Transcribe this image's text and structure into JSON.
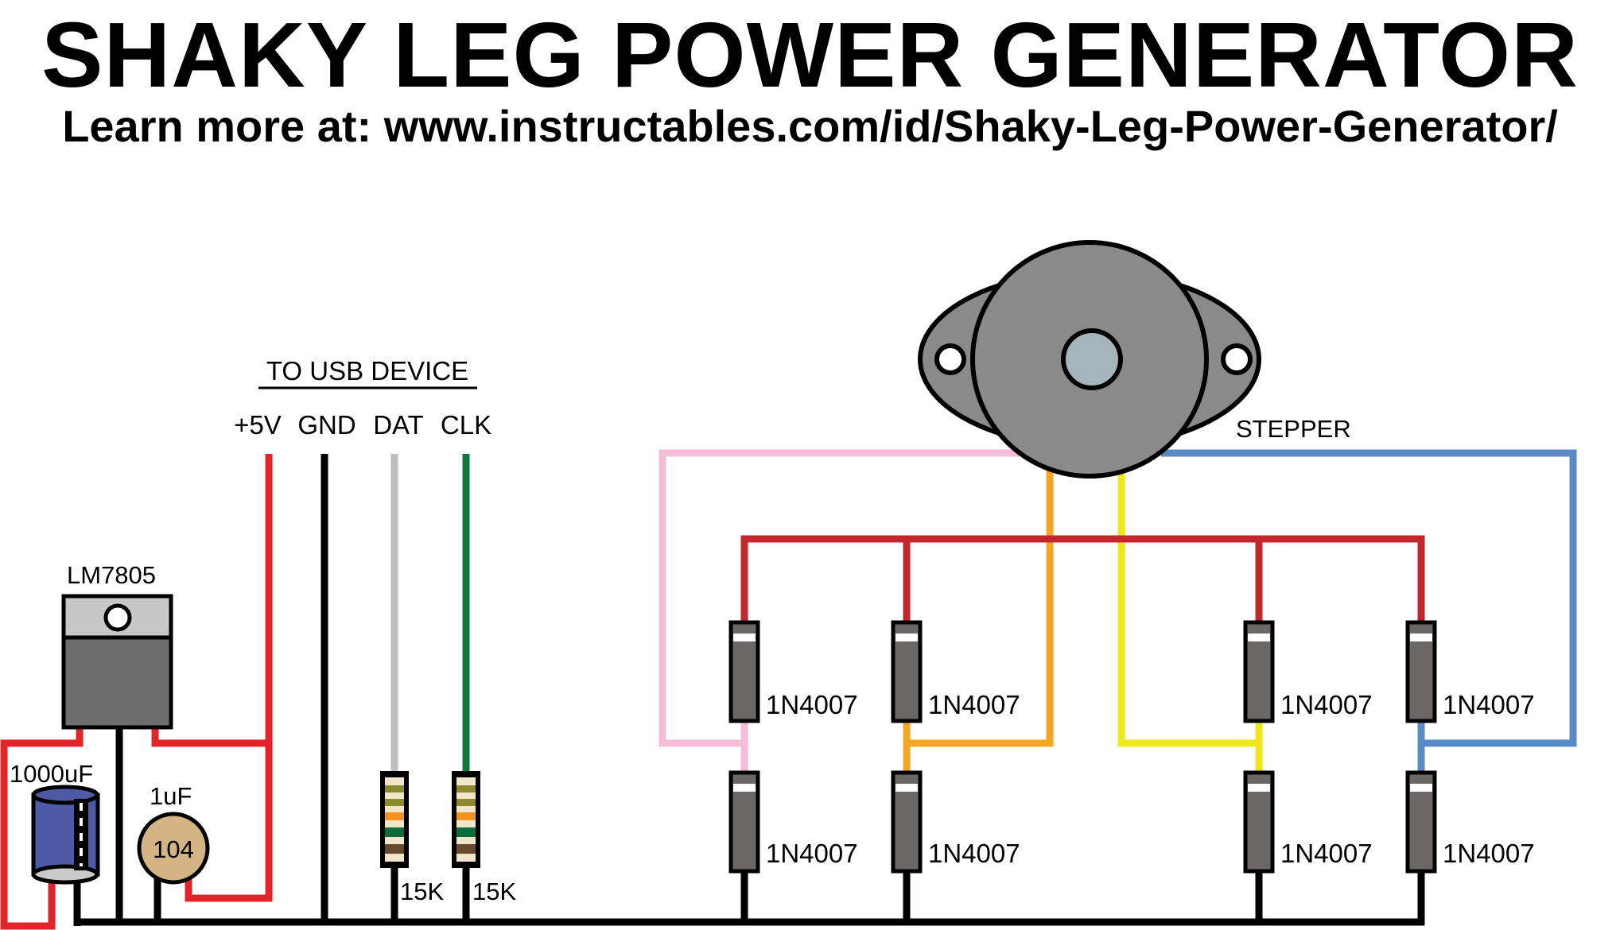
{
  "title": "SHAKY LEG POWER GENERATOR",
  "subtitle": "Learn more at: www.instructables.com/id/Shaky-Leg-Power-Generator/",
  "usb": {
    "heading": "TO USB DEVICE",
    "pins": [
      "+5V",
      "GND",
      "DAT",
      "CLK"
    ]
  },
  "components": {
    "regulator": "LM7805",
    "electrolytic_cap": "1000uF",
    "ceramic_cap_value": "1uF",
    "ceramic_cap_code": "104",
    "resistor_dat": "15K",
    "resistor_clk": "15K",
    "motor": "STEPPER",
    "diode": "1N4007"
  },
  "colors": {
    "red": "#e4242b",
    "dark_red": "#c1272d",
    "black": "#000000",
    "gray_wire": "#bdbdbd",
    "green_wire": "#0e7a3a",
    "pink_wire": "#f5bdd8",
    "orange_wire": "#f5a623",
    "yellow_wire": "#ede71c",
    "blue_wire": "#5a8ac6",
    "motor_body": "#8a8a8a",
    "motor_shaft": "#a6b4bc",
    "diode_body": "#6b6767",
    "cap_blue": "#4e5aa6",
    "ceramic_cap": "#d4b483",
    "regulator_body": "#6d6d6d",
    "regulator_tab": "#c7c7c7"
  }
}
